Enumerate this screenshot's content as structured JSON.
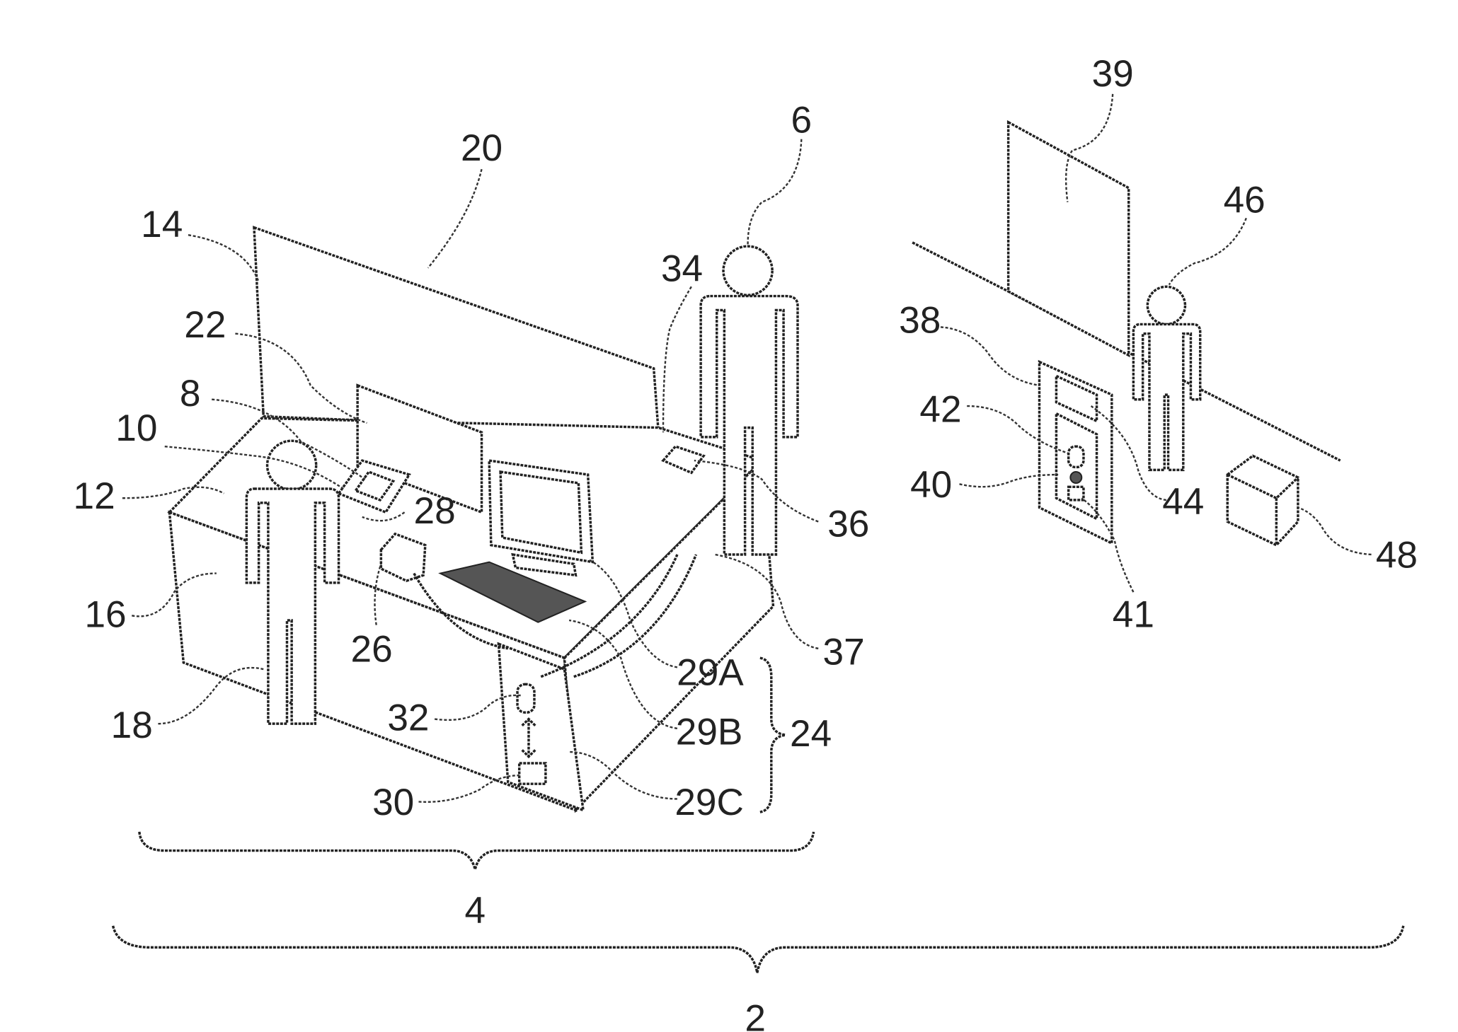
{
  "figure": {
    "labels": [
      "39",
      "6",
      "20",
      "46",
      "14",
      "34",
      "22",
      "38",
      "8",
      "42",
      "10",
      "40",
      "44",
      "12",
      "28",
      "36",
      "48",
      "16",
      "41",
      "26",
      "37",
      "29A",
      "24",
      "32",
      "29B",
      "18",
      "30",
      "29C",
      "4",
      "2"
    ]
  }
}
